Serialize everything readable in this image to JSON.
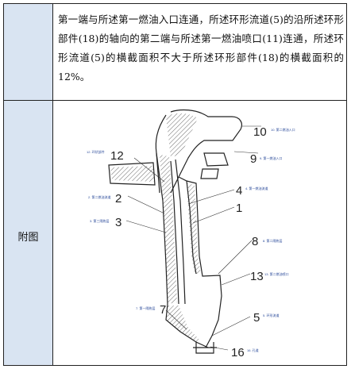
{
  "claim": {
    "text": "第一端与所述第一燃油入口连通，所述环形流道(5)的沿所述环形部件(18)的轴向的第二端与所述第一燃油喷口(11)连通，所述环形流道(5)的横截面积不大于所述环形部件(18)的横截面积的12%。"
  },
  "figure_label": "附图",
  "figure": {
    "callouts": [
      {
        "num": "10",
        "text": "10. 第二燃油入口"
      },
      {
        "num": "9",
        "text": "9. 第一燃油入口"
      },
      {
        "num": "12",
        "text": "12. 环状部件"
      },
      {
        "num": "2",
        "text": "2. 第二燃油流道"
      },
      {
        "num": "3",
        "text": "3. 第三隔热层"
      },
      {
        "num": "4",
        "text": "4. 第一燃油流道"
      },
      {
        "num": "1",
        "text": ""
      },
      {
        "num": "8",
        "text": "8. 第二隔热层"
      },
      {
        "num": "13",
        "text": "13. 第二燃油喷口"
      },
      {
        "num": "7",
        "text": "7. 第一隔热层"
      },
      {
        "num": "5",
        "text": "5. 环形流道"
      },
      {
        "num": "16",
        "text": "16. 孔道"
      }
    ]
  },
  "colors": {
    "label_bg": "#d9e4f2",
    "border": "#222222",
    "callout_text": "#2a4a9a"
  }
}
